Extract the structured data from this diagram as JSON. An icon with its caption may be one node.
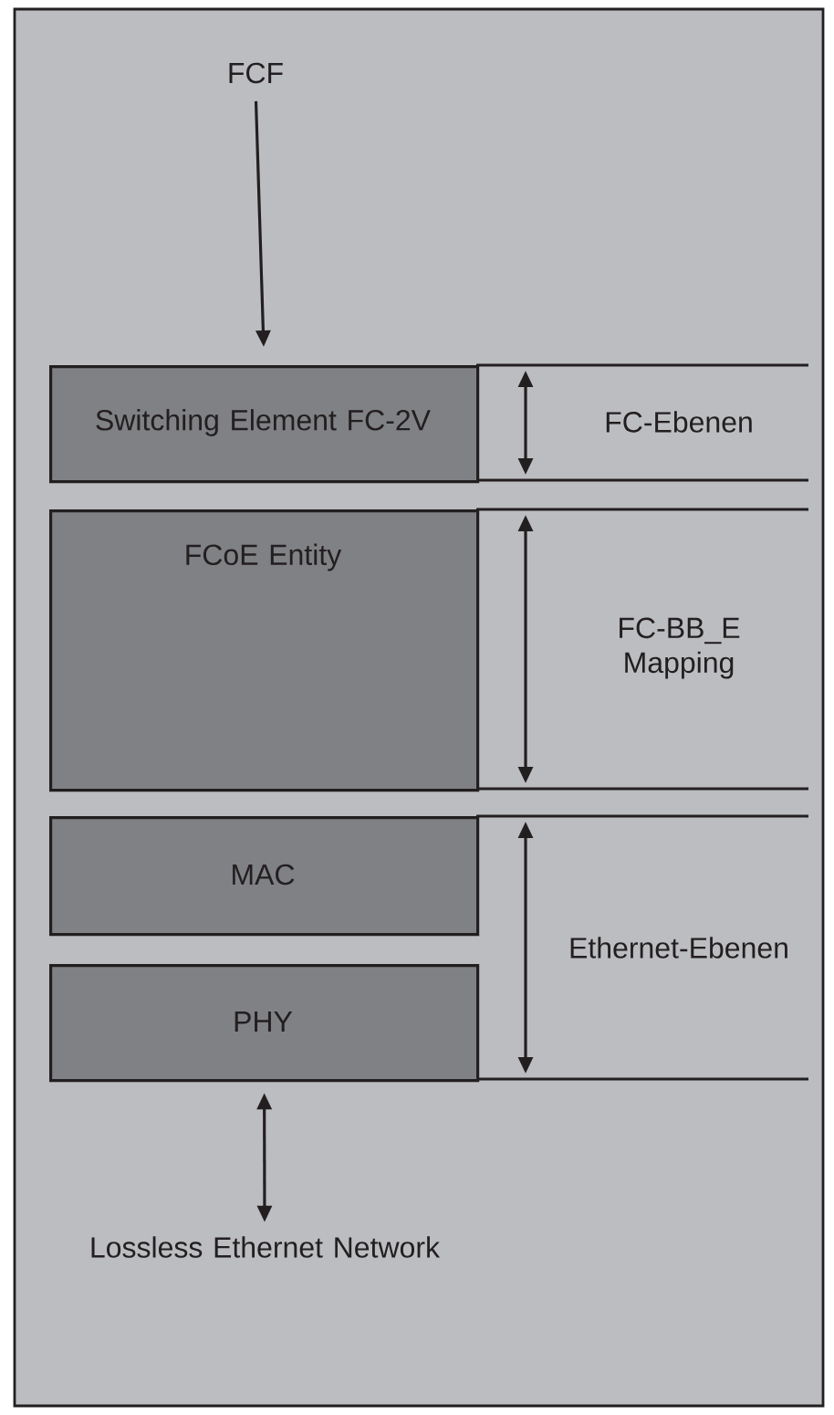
{
  "diagram": {
    "nodes": [
      {
        "text": [
          "FCF"
        ]
      },
      {
        "text": [
          "Switching Element FC-2V"
        ]
      },
      {
        "text": [
          "FCoE Entity"
        ]
      },
      {
        "text": [
          "MAC"
        ]
      },
      {
        "text": [
          "PHY"
        ]
      },
      {
        "text": [
          "Lossless Ethernet Network"
        ]
      }
    ],
    "edges": [
      {
        "from": 0,
        "to": 1,
        "arrow": "to"
      },
      {
        "from": 4,
        "to": 5,
        "arrow": "both"
      }
    ],
    "labels": [
      "FC-Ebenen",
      "FC-BB_E Mapping",
      "Ethernet-Ebenen"
    ]
  }
}
